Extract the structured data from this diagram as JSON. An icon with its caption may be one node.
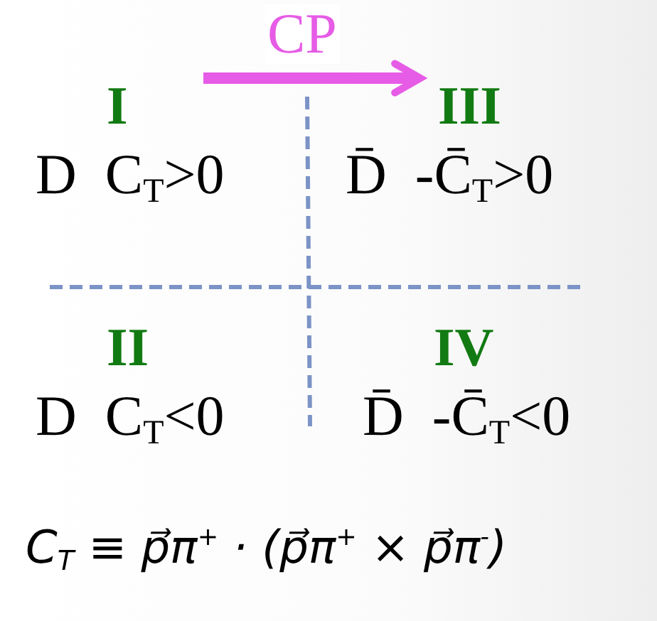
{
  "diagram": {
    "nodes": [
      {
        "text": [
          "I",
          "D  C$_{T}$>0"
        ]
      },
      {
        "text": [
          "III",
          "D̄  -C̄$_{T}$>0"
        ]
      },
      {
        "text": [
          "II",
          "D  C$_{T}$<0"
        ]
      },
      {
        "text": [
          "IV",
          "D̄  -C̄$_{T}$<0"
        ]
      }
    ],
    "edges": [
      {
        "from": 0,
        "to": 1,
        "arrow": "to",
        "label": "CP",
        "color": "#e65ce6"
      }
    ],
    "labels": [
      "C$_{T}$ ≡ p⃗π$^{+}$ · (p⃗π$^{+}$ × p⃗π$^{-}$)"
    ]
  }
}
